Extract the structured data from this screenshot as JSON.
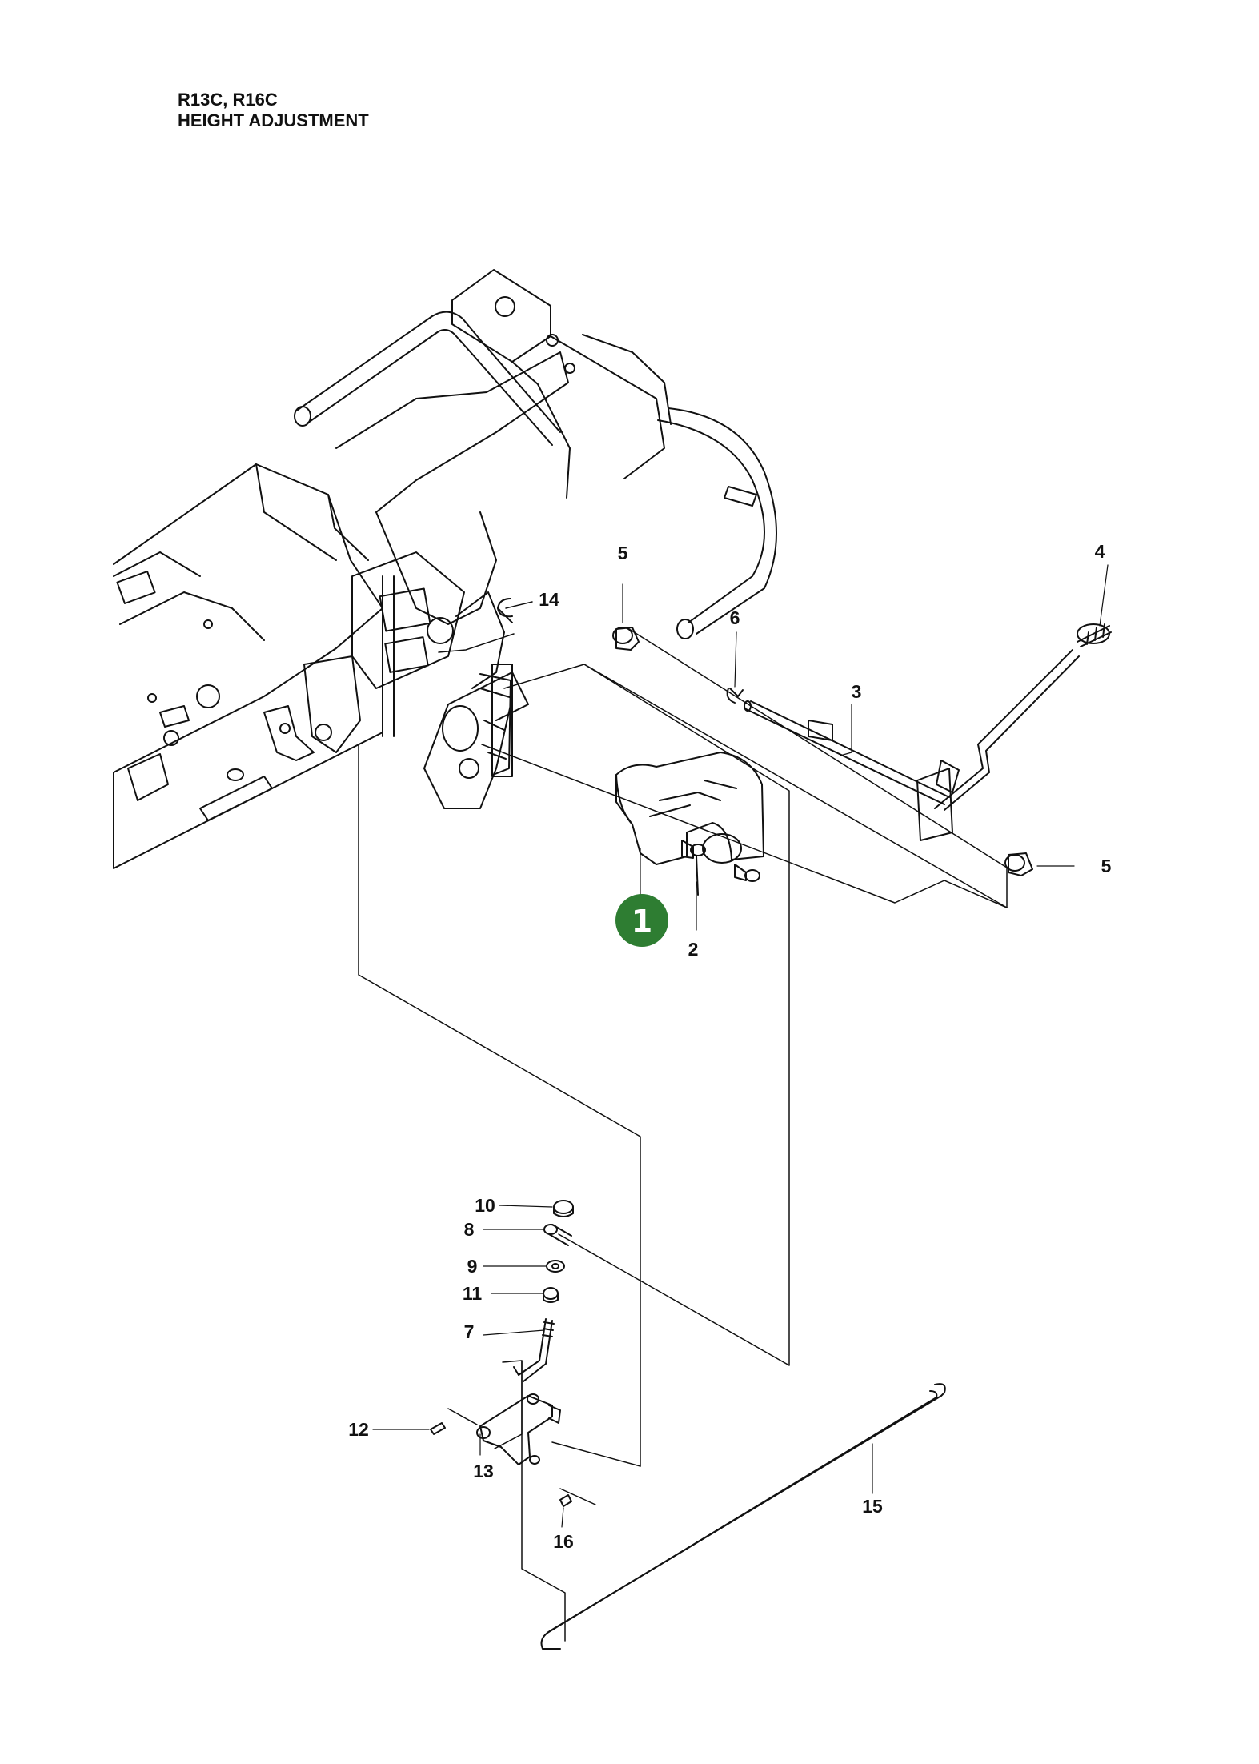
{
  "header": {
    "model": "R13C, R16C",
    "title": "HEIGHT ADJUSTMENT"
  },
  "badge": {
    "label": "1",
    "color": "#2e7d32"
  },
  "callouts": {
    "c2": "2",
    "c3": "3",
    "c4": "4",
    "c5a": "5",
    "c5b": "5",
    "c6": "6",
    "c7": "7",
    "c8": "8",
    "c9": "9",
    "c10": "10",
    "c11": "11",
    "c12": "12",
    "c13": "13",
    "c14": "14",
    "c15": "15",
    "c16": "16"
  }
}
